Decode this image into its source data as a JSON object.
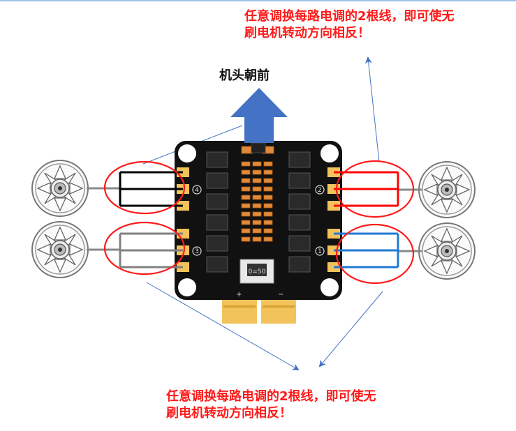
{
  "notes": {
    "top_line1": "任意调换每路电调的2根线，即可使无",
    "top_line2": "刷电机转动方向相反！",
    "bottom_line1": "任意调换每路电调的2根线，即可使无",
    "bottom_line2": "刷电机转动方向相反！"
  },
  "direction_label": "机头朝前",
  "board": {
    "channel_labels": [
      "4",
      "3",
      "2",
      "1"
    ],
    "chip_text": "0=50",
    "plus_sign": "+",
    "minus_sign": "−"
  },
  "colors": {
    "highlight": "#ff1a1a",
    "arrow": "#4472c4",
    "board": "#111111",
    "pad": "#f2c35a",
    "connector": "#9dc3e6",
    "wire_black": "#000000",
    "wire_gray": "#808080",
    "wire_red": "#ff0000",
    "wire_blue": "#1f78d1"
  }
}
